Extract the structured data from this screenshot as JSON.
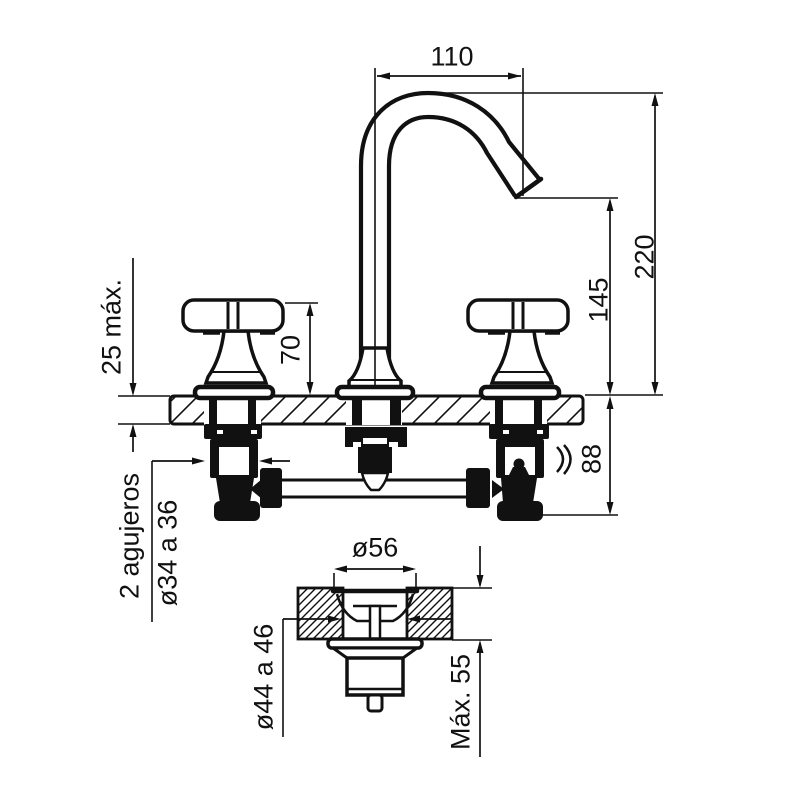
{
  "drawing_title": "Faucet with gooseneck spout and pop-up drain - dimensional diagram",
  "dimensions": {
    "spout_reach": "110",
    "overall_height": "220",
    "spout_outlet_height": "145",
    "handle_height": "70",
    "deck_thickness_max": "25 máx.",
    "below_deck_depth": "88",
    "mounting_holes_line1": "2 agujeros",
    "mounting_holes_line2": "ø34 a 36",
    "drain_flange_diameter": "ø56",
    "drain_hole_diameter": "ø44 a 46",
    "drain_deck_thickness_max": "Máx. 55"
  },
  "colors": {
    "line": "#111111",
    "background": "#ffffff"
  }
}
